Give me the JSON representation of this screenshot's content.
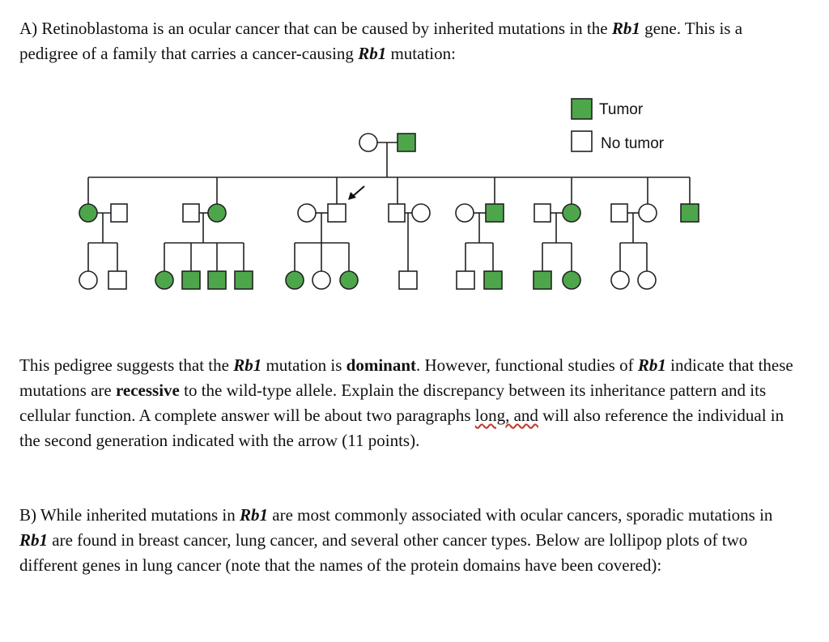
{
  "partA": {
    "t1": "A) Retinoblastoma is an ocular cancer that can be caused by inherited mutations in the ",
    "gene": "Rb1",
    "t2": " gene. This is a pedigree of a family that carries a cancer-causing ",
    "t3": " mutation:"
  },
  "legend": {
    "tumor": "Tumor",
    "no_tumor": "No tumor"
  },
  "colors": {
    "affected": "#4ea64b",
    "stroke": "#222222"
  },
  "question": {
    "t1": "This pedigree suggests that the ",
    "gene": "Rb1",
    "t2": " mutation is ",
    "dominant": "dominant",
    "t3": ". However, functional studies of ",
    "t4": " indicate that these mutations are ",
    "recessive": "recessive",
    "t5": " to the wild-type allele.  Explain the discrepancy between its inheritance pattern and its cellular function.  A complete answer will be about two paragraphs ",
    "underlined": "long, and",
    "t6": " will also reference the individual in the second generation indicated with the arrow (11 points)."
  },
  "partB": {
    "t1": "B) While inherited mutations in ",
    "gene": "Rb1",
    "t2": " are most commonly associated with ocular cancers, sporadic mutations in ",
    "t3": " are found in breast cancer, lung cancer, and several other cancer types. Below are lollipop plots of two different genes in lung cancer (note that the names of the protein domains have been covered):"
  }
}
